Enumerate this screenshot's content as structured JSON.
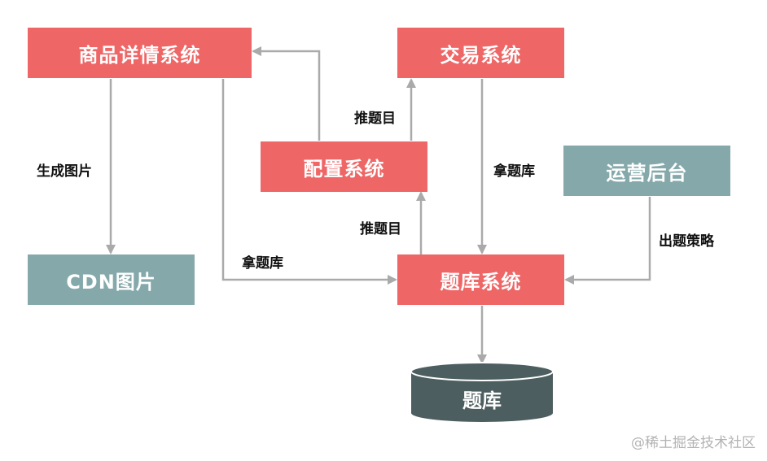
{
  "colors": {
    "system_box": "#ee6666",
    "external_box": "#85a9ab",
    "database": "#4d5e60",
    "arrow": "#aaaaaa"
  },
  "nodes": {
    "product_detail": "商品详情系统",
    "trade": "交易系统",
    "config": "配置系统",
    "operations": "运营后台",
    "cdn": "CDN图片",
    "question_bank_system": "题库系统",
    "question_bank_db": "题库"
  },
  "edges": {
    "generate_image": "生成图片",
    "push_question_top": "推题目",
    "push_question_bottom": "推题目",
    "fetch_bank_trade": "拿题库",
    "fetch_bank_product": "拿题库",
    "question_strategy": "出题策略"
  },
  "watermark": "@稀土掘金技术社区"
}
